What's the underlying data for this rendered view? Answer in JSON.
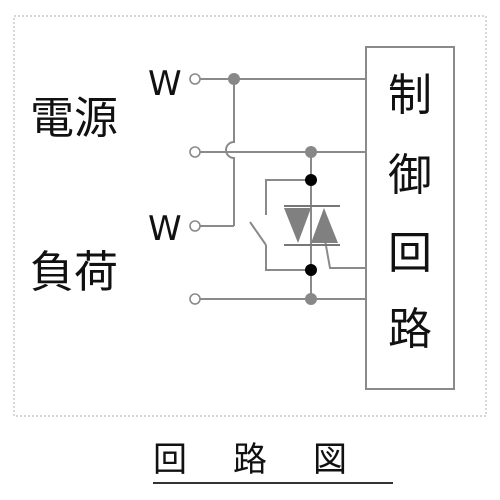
{
  "diagram": {
    "labels": {
      "power_source": "電源",
      "load": "負荷",
      "terminal_top": "W",
      "terminal_mid": "W",
      "control_box": [
        "制",
        "御",
        "回",
        "路"
      ]
    },
    "caption": "回路図",
    "colors": {
      "line": "#8a8a8a",
      "frame": "#b0b0b0",
      "text": "#111111",
      "triac": "#777777",
      "node_dark": "#000000",
      "node_gray": "#888888"
    }
  }
}
